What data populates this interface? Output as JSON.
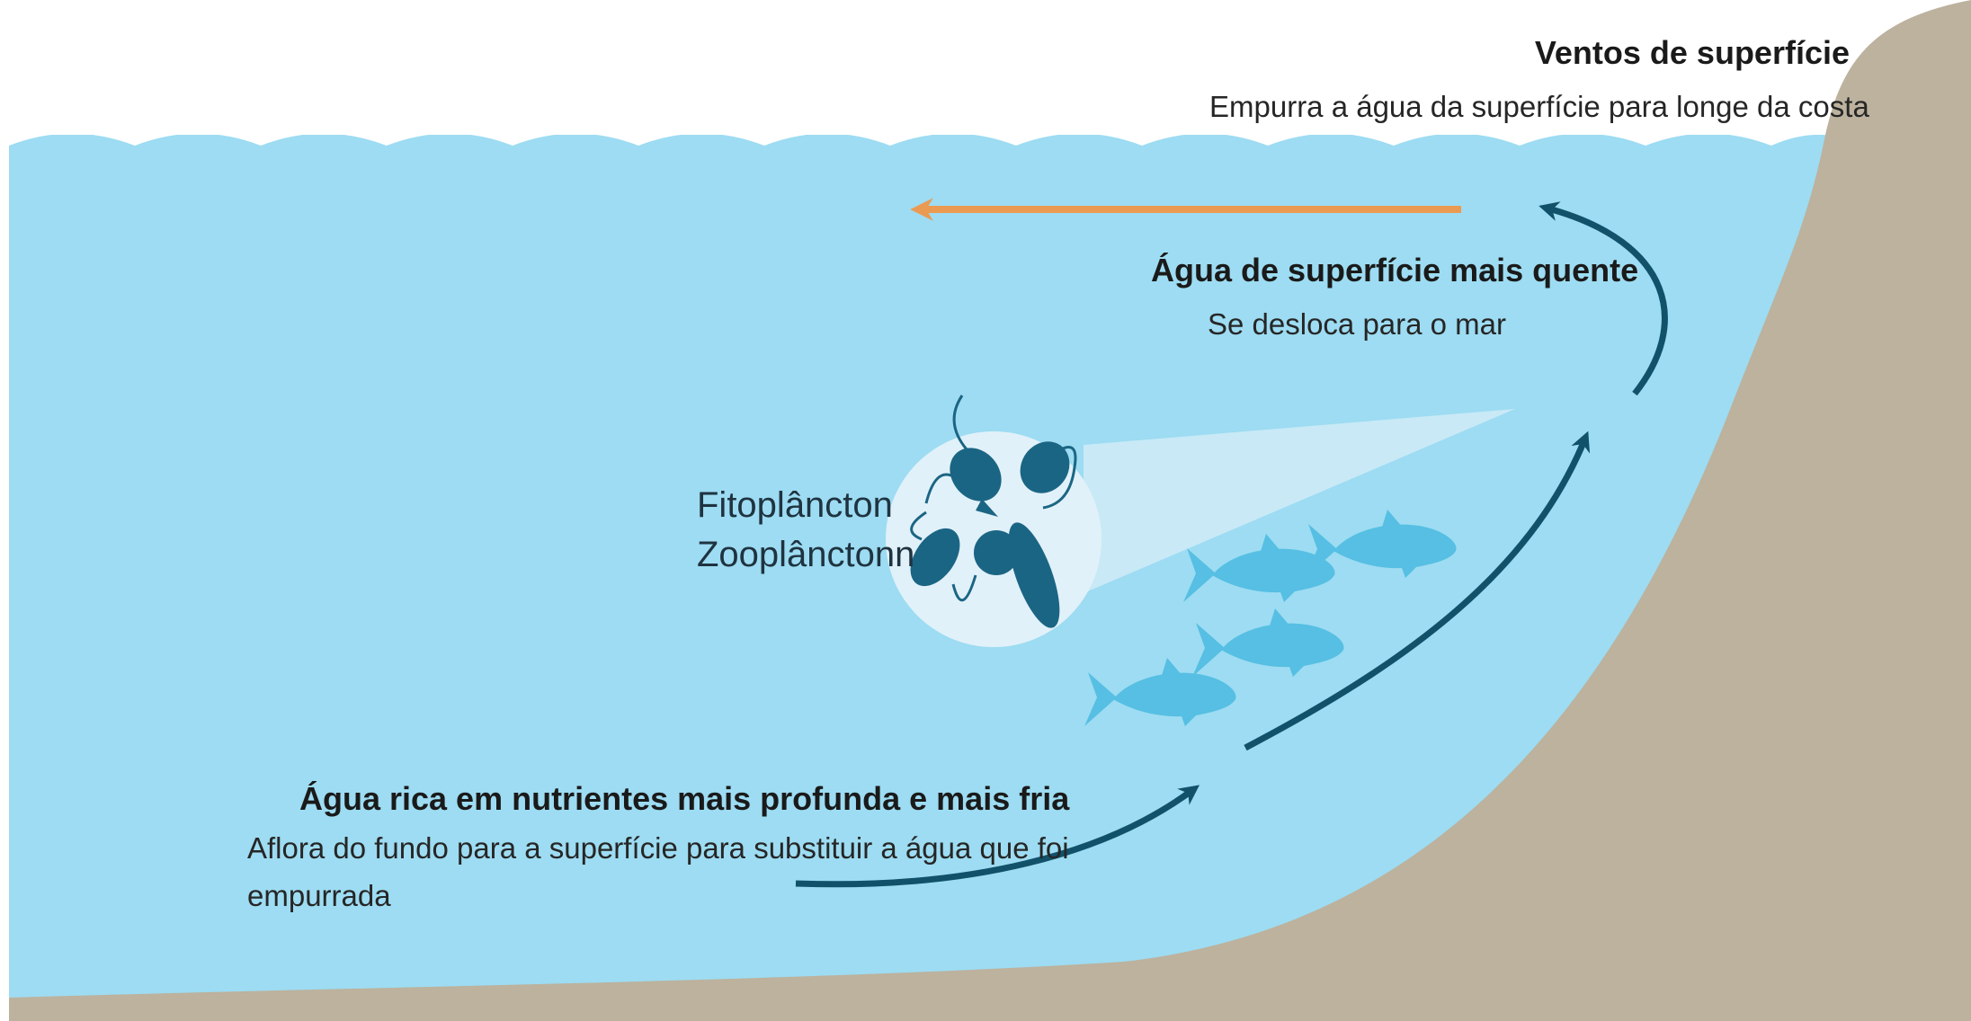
{
  "colors": {
    "water": "#9ddcf2",
    "land": "#bcb29e",
    "arrow_dark": "#11526a",
    "arrow_orange": "#eb9a52",
    "fish": "#56bfe3",
    "plankton": "#1b6584",
    "bubble": "#e1f1f9",
    "beam": "#c9e9f7"
  },
  "surface_winds": {
    "title": "Ventos de superfície",
    "description": "Empurra a água da superfície para longe da costa"
  },
  "warm_surface_water": {
    "title": "Água de superfície mais quente",
    "description": "Se desloca para o mar"
  },
  "plankton": {
    "line1": "Fitoplâncton",
    "line2": "Zooplânctonn"
  },
  "deep_cold_water": {
    "title": "Água rica em nutrientes mais profunda e mais fria",
    "description_line1": "Aflora do fundo para a superfície para substituir a água que foi",
    "description_line2": "empurrada"
  }
}
